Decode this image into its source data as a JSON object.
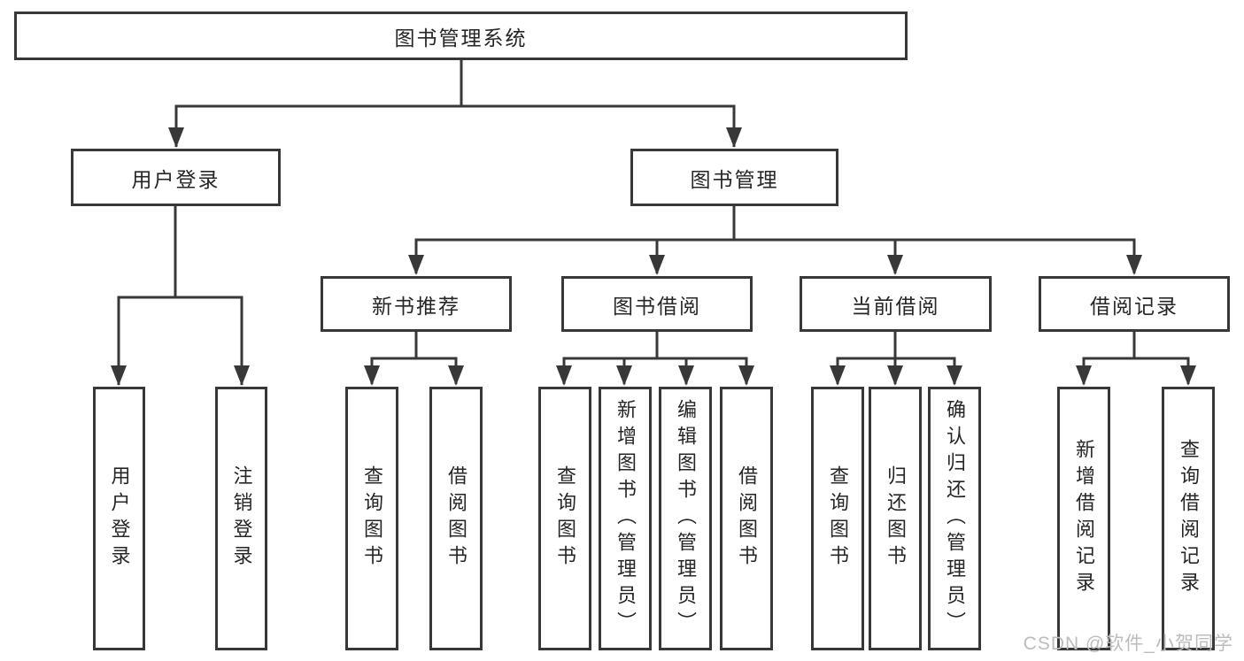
{
  "diagram": {
    "root": {
      "label": "图书管理系统"
    },
    "branches": [
      {
        "label": "用户登录",
        "children": [
          {
            "label": "用户登录"
          },
          {
            "label": "注销登录"
          }
        ]
      },
      {
        "label": "图书管理",
        "children": [
          {
            "label": "新书推荐",
            "children": [
              {
                "label": "查询图书"
              },
              {
                "label": "借阅图书"
              }
            ]
          },
          {
            "label": "图书借阅",
            "children": [
              {
                "label": "查询图书"
              },
              {
                "label": "新增图书（管理员）"
              },
              {
                "label": "编辑图书（管理员）"
              },
              {
                "label": "借阅图书"
              }
            ]
          },
          {
            "label": "当前借阅",
            "children": [
              {
                "label": "查询图书"
              },
              {
                "label": "归还图书"
              },
              {
                "label": "确认归还（管理员）"
              }
            ]
          },
          {
            "label": "借阅记录",
            "children": [
              {
                "label": "新增借阅记录"
              },
              {
                "label": "查询借阅记录"
              }
            ]
          }
        ]
      }
    ]
  },
  "watermark": {
    "text": "CSDN @软件_小贺同学"
  },
  "colors": {
    "line": "#383838",
    "box_border": "#383838",
    "text": "#262626",
    "watermark": "#bcbcbc",
    "background": "#ffffff"
  }
}
